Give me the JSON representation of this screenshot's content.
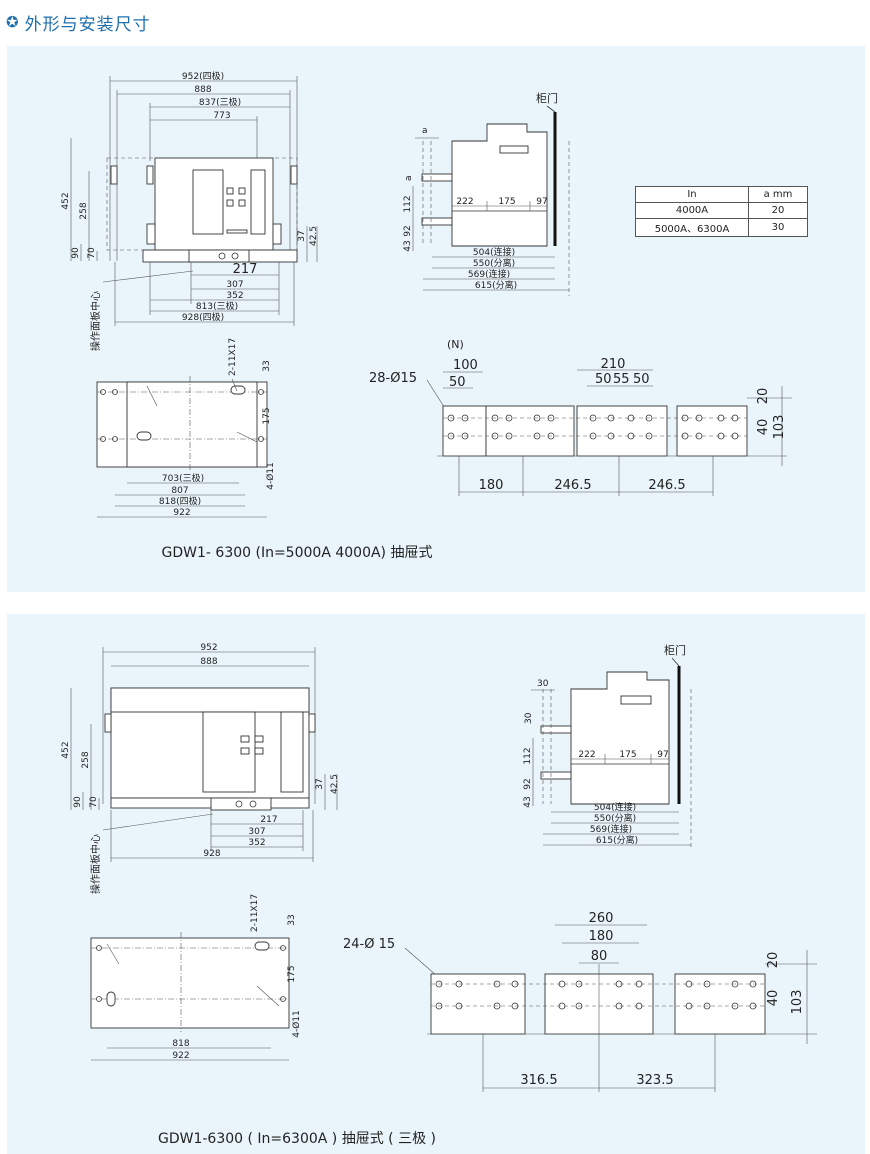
{
  "header": {
    "title": "外形与安装尺寸"
  },
  "panel1": {
    "caption": "GDW1- 6300 (In=5000A  4000A)  抽屉式",
    "front": {
      "d952": "952(四极)",
      "d888": "888",
      "d837": "837(三极)",
      "d773": "773",
      "d452": "452",
      "d258": "258",
      "d90": "90",
      "d70": "70",
      "d37": "37",
      "d42_5": "42.5",
      "d217": "217",
      "d307": "307",
      "d352": "352",
      "d813": "813(三极)",
      "d928": "928(四极)",
      "op_center": "操作面板中心"
    },
    "side": {
      "door": "柜门",
      "a1": "a",
      "a2": "a",
      "d112": "112",
      "d92": "92",
      "d43": "43",
      "d222": "222",
      "d175": "175",
      "d97": "97",
      "d504": "504(连接)",
      "d550": "550(分离)",
      "d569": "569(连接)",
      "d615": "615(分离)"
    },
    "table": {
      "head": [
        "In",
        "a mm"
      ],
      "rows": [
        [
          "4000A",
          "20"
        ],
        [
          "5000A、6300A",
          "30"
        ]
      ]
    },
    "plan": {
      "hole": "2-11X17",
      "d33": "33",
      "d175": "175",
      "d4_11": "4-Ø11",
      "d703": "703(三极)",
      "d807": "807",
      "d818": "818(四极)",
      "d922": "922"
    },
    "term": {
      "n": "(N)",
      "d100": "100",
      "d50": "50",
      "holes": "28-Ø15",
      "d210": "210",
      "s50a": "50",
      "s55": "55",
      "s50b": "50",
      "d20": "20",
      "d40": "40",
      "d103": "103",
      "d180": "180",
      "d246a": "246.5",
      "d246b": "246.5"
    }
  },
  "panel2": {
    "caption": "GDW1-6300 ( In=6300A ) 抽屉式 ( 三极 )",
    "front": {
      "d952": "952",
      "d888": "888",
      "d452": "452",
      "d258": "258",
      "d90": "90",
      "d70": "70",
      "d37": "37",
      "d42_5": "42.5",
      "d217": "217",
      "d307": "307",
      "d352": "352",
      "d928": "928",
      "op_center": "操作面板中心"
    },
    "side": {
      "door": "柜门",
      "d30a": "30",
      "d30b": "30",
      "d112": "112",
      "d92": "92",
      "d43": "43",
      "d222": "222",
      "d175": "175",
      "d97": "97",
      "d504": "504(连接)",
      "d550": "550(分离)",
      "d569": "569(连接)",
      "d615": "615(分离)"
    },
    "plan": {
      "hole": "2-11X17",
      "d33": "33",
      "d175": "175",
      "d4_11": "4-Ø11",
      "d818": "818",
      "d922": "922"
    },
    "term": {
      "holes": "24-Ø 15",
      "d260": "260",
      "d180": "180",
      "d80": "80",
      "d20": "20",
      "d40": "40",
      "d103": "103",
      "d316": "316.5",
      "d323": "323.5"
    }
  }
}
